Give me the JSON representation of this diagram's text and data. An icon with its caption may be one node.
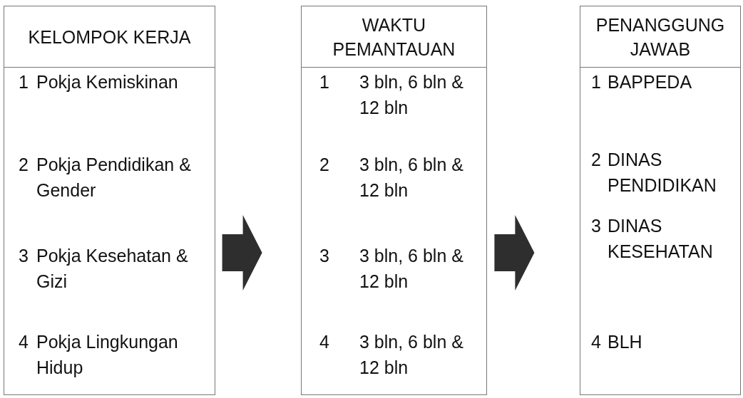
{
  "diagram": {
    "nodes": [
      {
        "text": [
          "KELOMPOK KERJA",
          "1",
          "Pokja Kemiskinan",
          "2",
          "Pokja Pendidikan & Gender",
          "3",
          "Pokja Kesehatan & Gizi",
          "4",
          "Pokja Lingkungan Hidup"
        ]
      },
      {
        "text": [
          "WAKTU PEMANTAUAN",
          "1",
          "3 bln, 6 bln & 12 bln",
          "2",
          "3 bln, 6 bln & 12 bln",
          "3",
          "3 bln, 6 bln & 12 bln",
          "4",
          "3 bln, 6 bln & 12 bln"
        ]
      },
      {
        "text": [
          "PENANGGUNG JAWAB",
          "1",
          "BAPPEDA",
          "2",
          "DINAS PENDIDIKAN",
          "3",
          "DINAS KESEHATAN",
          "4",
          "BLH"
        ]
      }
    ],
    "edges": [
      {
        "from": 0,
        "to": 1,
        "arrow": "to",
        "style": "thick"
      },
      {
        "from": 1,
        "to": 2,
        "arrow": "to",
        "style": "thick"
      }
    ]
  }
}
